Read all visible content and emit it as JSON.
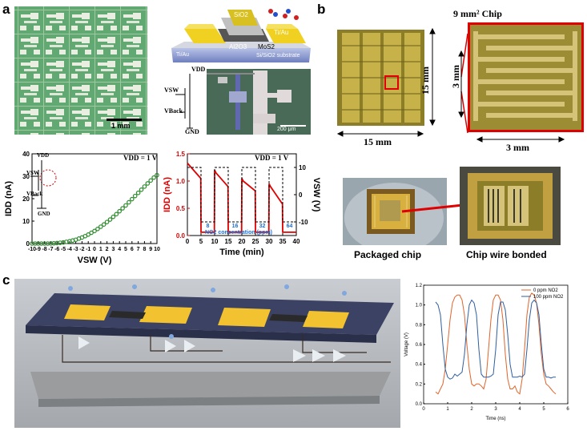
{
  "panels": {
    "a": "a",
    "b": "b",
    "c": "c"
  },
  "panel_a": {
    "scalebar_photo": "1 mm",
    "schematic_labels": {
      "sio2": "SiO2",
      "tiau_top": "Ti/Au",
      "al2o3": "Al2O3",
      "mos2": "MoS2",
      "tiau_left": "Ti/Au",
      "substrate": "Si/SiO2 substrate"
    },
    "circuit_labels": {
      "vdd": "VDD",
      "vsw": "VSW",
      "vback": "VBack",
      "gnd": "GND"
    },
    "scalebar_micrograph": "200 μm",
    "plot1": {
      "note": "VDD = 1 V",
      "inset_labels": {
        "vdd": "VDD",
        "vsw": "VSW",
        "vback": "VBack",
        "gnd": "GND"
      }
    },
    "plot2": {
      "note": "VDD = 1 V",
      "legend_label": "NO2 concentration (ppm)"
    }
  },
  "panel_b": {
    "title": "9 mm² Chip",
    "dim_15_bottom": "15 mm",
    "dim_15_side": "15 mm",
    "dim_3_side": "3 mm",
    "dim_3_bottom": "3 mm",
    "caption_left": "Packaged chip",
    "caption_right": "Chip wire bonded"
  },
  "chart_data": [
    {
      "type": "scatter",
      "title": "",
      "xlabel": "VSW (V)",
      "ylabel": "IDD (nA)",
      "xlim": [
        -10,
        10
      ],
      "ylim": [
        0,
        40
      ],
      "xticks": [
        "-10",
        "-9",
        "-8",
        "-7",
        "-6",
        "-5",
        "-4",
        "-3",
        "-2",
        "-1",
        "0",
        "1",
        "2",
        "3",
        "4",
        "5",
        "6",
        "7",
        "8",
        "9",
        "10"
      ],
      "yticks": [
        "0",
        "10",
        "20",
        "30",
        "40"
      ],
      "series": [
        {
          "x": [
            -10,
            -9.5,
            -9,
            -8.5,
            -8,
            -7.5,
            -7,
            -6.5,
            -6,
            -5.5,
            -5,
            -4.5,
            -4,
            -3.5,
            -3,
            -2.5,
            -2,
            -1.5,
            -1,
            -0.5,
            0,
            0.5,
            1,
            1.5,
            2,
            2.5,
            3,
            3.5,
            4,
            4.5,
            5,
            5.5,
            6,
            6.5,
            7,
            7.5,
            8,
            8.5,
            9,
            9.5,
            10
          ],
          "values": [
            0,
            0,
            0,
            0,
            0,
            0,
            0.05,
            0.1,
            0.2,
            0.35,
            0.5,
            0.75,
            1.0,
            1.35,
            1.7,
            2.2,
            2.7,
            3.3,
            4.0,
            4.8,
            5.6,
            6.5,
            7.5,
            8.5,
            9.6,
            10.7,
            11.9,
            13.1,
            14.4,
            15.7,
            17.0,
            18.4,
            19.8,
            21.2,
            22.6,
            24.0,
            25.4,
            26.8,
            28.1,
            29.4,
            30.5
          ],
          "color": "#2e8b2e"
        }
      ],
      "annotation": "VDD = 1 V"
    },
    {
      "type": "line",
      "title": "",
      "xlabel": "Time (min)",
      "ylabel": "IDD (nA)",
      "y2label": "VSW (V)",
      "xlim": [
        0,
        40
      ],
      "ylim": [
        0,
        1.5
      ],
      "y2lim": [
        -15,
        15
      ],
      "xticks": [
        "0",
        "5",
        "10",
        "15",
        "20",
        "25",
        "30",
        "35",
        "40"
      ],
      "yticks": [
        "0.0",
        "0.5",
        "1.0",
        "1.5"
      ],
      "y2ticks": [
        "-10",
        "0",
        "10"
      ],
      "series": [
        {
          "name": "IDD",
          "x": [
            0,
            4.9,
            5,
            9.9,
            10,
            10.5,
            14.9,
            15,
            19.9,
            20,
            20.5,
            24.9,
            25,
            29.9,
            30,
            30.5,
            34.9,
            35,
            40
          ],
          "values": [
            1.33,
            1.05,
            0.06,
            0.06,
            1.2,
            1.15,
            0.9,
            0.06,
            0.06,
            1.05,
            1.0,
            0.82,
            0.06,
            0.06,
            0.95,
            0.9,
            0.58,
            0.06,
            0.06
          ],
          "color": "#e00000"
        },
        {
          "name": "VSW",
          "x": [
            0,
            5,
            5,
            10,
            10,
            15,
            15,
            20,
            20,
            25,
            25,
            30,
            30,
            35,
            35,
            40
          ],
          "values": [
            10,
            10,
            -10,
            -10,
            10,
            10,
            -10,
            -10,
            10,
            10,
            -10,
            -10,
            10,
            10,
            -10,
            -10
          ],
          "axis": "y2",
          "color": "#000000"
        }
      ],
      "annotations": [
        "8",
        "16",
        "32",
        "64"
      ],
      "annotation_note": "NO2 concentration (ppm)"
    },
    {
      "type": "line",
      "title": "",
      "xlabel": "Time (ns)",
      "ylabel": "Voltage (V)",
      "xlim": [
        0,
        6
      ],
      "ylim": [
        0.0,
        1.2
      ],
      "xticks": [
        "0",
        "1",
        "2",
        "3",
        "4",
        "5",
        "6"
      ],
      "yticks": [
        "0.0",
        "0.2",
        "0.4",
        "0.6",
        "0.8",
        "1.0",
        "1.2"
      ],
      "legend_placement": "top-right",
      "series": [
        {
          "name": "0 ppm NO2",
          "color": "#e0642a",
          "x": [
            0.5,
            0.6,
            0.7,
            0.8,
            0.9,
            1.0,
            1.1,
            1.2,
            1.3,
            1.4,
            1.5,
            1.6,
            1.7,
            1.8,
            1.9,
            2.0,
            2.1,
            2.2,
            2.3,
            2.4,
            2.5,
            2.6,
            2.7,
            2.8,
            2.9,
            3.0,
            3.1,
            3.2,
            3.3,
            3.4,
            3.5,
            3.6,
            3.7,
            3.8,
            3.9,
            4.0,
            4.1,
            4.2,
            4.3,
            4.4,
            4.5,
            4.6,
            4.7,
            4.8,
            4.9,
            5.0,
            5.1,
            5.2,
            5.3,
            5.4,
            5.5
          ],
          "values": [
            0.12,
            0.1,
            0.15,
            0.2,
            0.35,
            0.6,
            0.85,
            1.02,
            1.08,
            1.1,
            1.1,
            1.05,
            0.9,
            0.6,
            0.35,
            0.2,
            0.18,
            0.2,
            0.2,
            0.18,
            0.15,
            0.25,
            0.55,
            0.85,
            1.05,
            1.1,
            1.1,
            1.05,
            0.85,
            0.5,
            0.25,
            0.15,
            0.15,
            0.18,
            0.12,
            0.1,
            0.25,
            0.55,
            0.9,
            1.08,
            1.12,
            1.1,
            1.02,
            0.8,
            0.5,
            0.3,
            0.2,
            0.18,
            0.15,
            0.12,
            0.1
          ]
        },
        {
          "name": "100 ppm NO2",
          "color": "#2f5f9f",
          "x": [
            0.5,
            0.6,
            0.7,
            0.8,
            0.9,
            1.0,
            1.1,
            1.2,
            1.3,
            1.4,
            1.5,
            1.6,
            1.7,
            1.8,
            1.9,
            2.0,
            2.1,
            2.2,
            2.3,
            2.4,
            2.5,
            2.6,
            2.7,
            2.8,
            2.9,
            3.0,
            3.1,
            3.2,
            3.3,
            3.4,
            3.5,
            3.6,
            3.7,
            3.8,
            3.9,
            4.0,
            4.1,
            4.2,
            4.3,
            4.4,
            4.5,
            4.6,
            4.7,
            4.8,
            4.9,
            5.0,
            5.1,
            5.2,
            5.3,
            5.4,
            5.5
          ],
          "values": [
            1.03,
            1.0,
            0.9,
            0.6,
            0.35,
            0.27,
            0.25,
            0.26,
            0.3,
            0.28,
            0.3,
            0.32,
            0.5,
            0.8,
            1.0,
            1.05,
            1.02,
            0.9,
            0.55,
            0.3,
            0.27,
            0.27,
            0.27,
            0.28,
            0.3,
            0.55,
            0.9,
            1.03,
            1.03,
            0.95,
            0.7,
            0.4,
            0.27,
            0.27,
            0.27,
            0.28,
            0.27,
            0.3,
            0.55,
            0.85,
            1.02,
            1.05,
            1.02,
            0.9,
            0.6,
            0.35,
            0.27,
            0.27,
            0.26,
            0.27,
            0.27
          ]
        }
      ]
    }
  ]
}
